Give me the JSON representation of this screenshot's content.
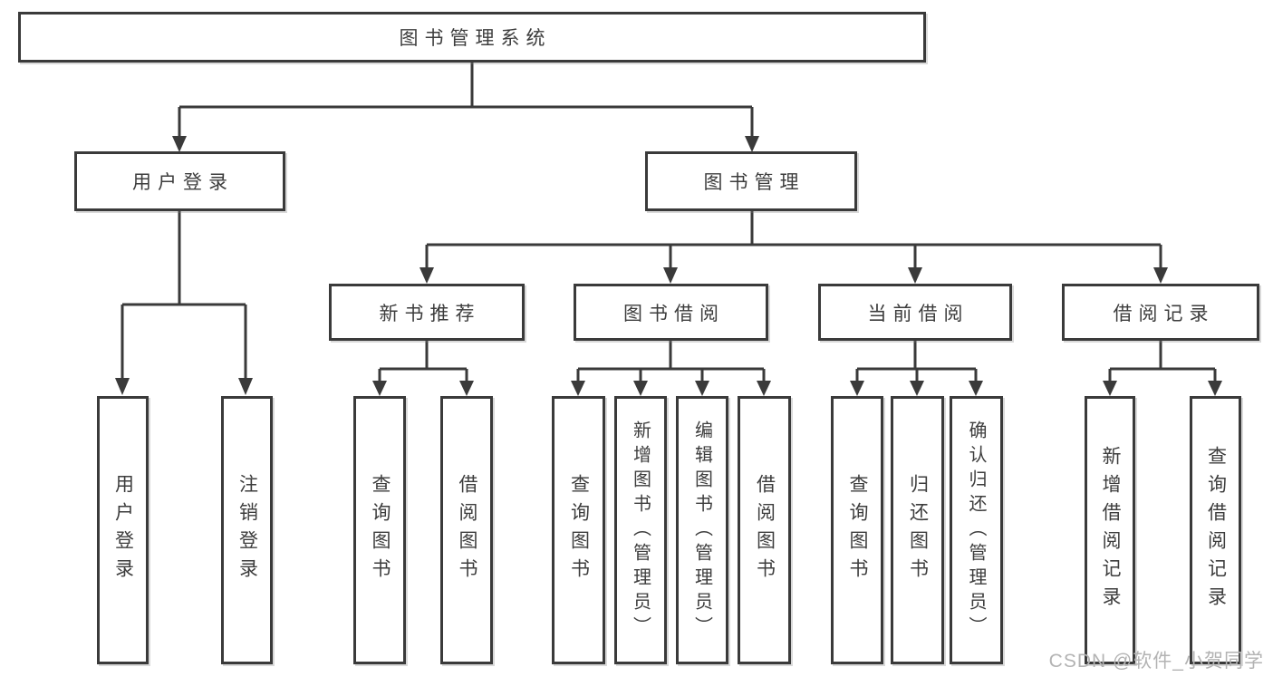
{
  "tree": {
    "root": {
      "label": "图书管理系统"
    },
    "branches": [
      {
        "label": "用户登录",
        "children": [
          {
            "label": "用户登录"
          },
          {
            "label": "注销登录"
          }
        ]
      },
      {
        "label": "图书管理",
        "children": [
          {
            "label": "新书推荐",
            "children": [
              {
                "label": "查询图书"
              },
              {
                "label": "借阅图书"
              }
            ]
          },
          {
            "label": "图书借阅",
            "children": [
              {
                "label": "查询图书"
              },
              {
                "label": "新增图书（管理员）"
              },
              {
                "label": "编辑图书（管理员）"
              },
              {
                "label": "借阅图书"
              }
            ]
          },
          {
            "label": "当前借阅",
            "children": [
              {
                "label": "查询图书"
              },
              {
                "label": "归还图书"
              },
              {
                "label": "确认归还（管理员）"
              }
            ]
          },
          {
            "label": "借阅记录",
            "children": [
              {
                "label": "新增借阅记录"
              },
              {
                "label": "查询借阅记录"
              }
            ]
          }
        ]
      }
    ]
  },
  "watermark": {
    "text": "CSDN @软件_小贺同学"
  },
  "colors": {
    "line": "#3a3a3a",
    "box_border": "#3a3a3a",
    "box_fill": "#ffffff",
    "text": "#3d3d3d",
    "watermark": "#b3b3b3",
    "background": "#ffffff"
  }
}
